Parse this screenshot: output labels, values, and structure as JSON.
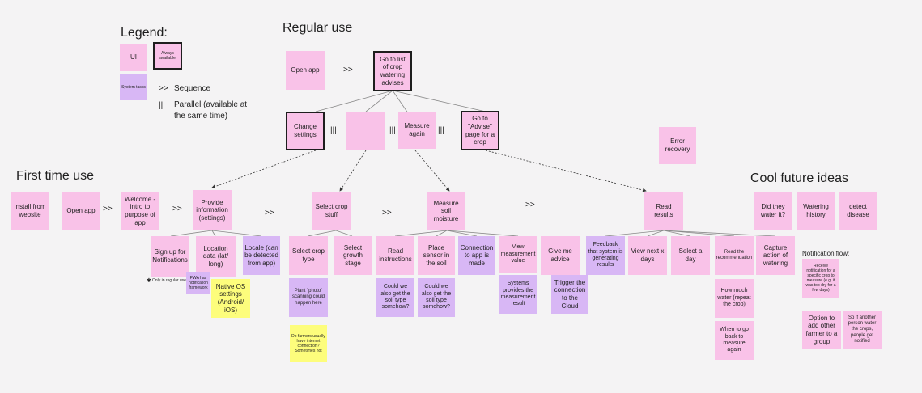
{
  "headings": {
    "legend": "Legend:",
    "regular_use": "Regular use",
    "first_time_use": "First time use",
    "cool_future_ideas": "Cool future ideas",
    "notification_flow": "Notification flow:"
  },
  "legend": {
    "ui": "UI",
    "always_available": "Always available",
    "system_tasks": "System tasks",
    "sequence_symbol": ">>",
    "sequence_label": "Sequence",
    "parallel_symbol": "|||",
    "parallel_label": "Parallel (available at the same time)"
  },
  "operators": {
    "sequence": ">>",
    "parallel": "|||"
  },
  "regular_use": {
    "open_app": "Open app",
    "go_to_list": "Go to list of crop watering advises",
    "change_settings": "Change settings",
    "measure_again": "Measure again",
    "go_to_advise": "Go to \"Advise\" page for a crop",
    "error_recovery": "Error recovery"
  },
  "first_time": {
    "install": "Install from website",
    "open_app": "Open app",
    "welcome": "Welcome - intro to purpose of app",
    "provide_info": "Provide information (settings)",
    "sign_up": "Sign up for Notifications",
    "location": "Location data (lat/ long)",
    "locale": "Locale (can be detected from app)",
    "only_regular": "Only in regular use",
    "pwa": "PWA has notification framework",
    "native_os": "Native OS settings (Android/ iOS)",
    "select_crop_stuff": "Select crop stuff",
    "select_crop_type": "Select crop type",
    "select_growth_stage": "Select growth stage",
    "plant_photo": "Plant \"photo\" scanning could happen here",
    "farmers_internet": "Do farmers usually have internet connection? Sometimes not",
    "measure_soil": "Measure soil moisture",
    "read_instructions": "Read instructions",
    "place_sensor": "Place sensor in the soil",
    "connection": "Connection to app is made",
    "view_measurement": "View measurement value",
    "systems_provides": "Systems provides the measurement result",
    "could_we_1": "Could we also get the soil type somehow?",
    "could_we_2": "Could we also get the soil type somehow?",
    "give_advice": "Give me advice",
    "trigger_cloud": "Trigger the connection to the Cloud",
    "read_results": "Read results",
    "feedback": "Feedback that system is generating results",
    "view_next": "View next x days",
    "select_day": "Select a day",
    "read_recommendation": "Read the recommendation",
    "how_much_water": "How much water (repeat the crop)",
    "when_to_go_back": "When to go back to measure again",
    "capture_action": "Capture action of watering"
  },
  "future": {
    "did_they_water": "Did they water it?",
    "watering_history": "Watering history",
    "detect_disease": "detect disease",
    "receive_notification": "Receive notification for a specific crop to measure (e.g. it was too dry for a few days)",
    "option_add_farmer": "Option to add other farmer to a group",
    "another_person": "So if another person water the crops, people get notified"
  }
}
